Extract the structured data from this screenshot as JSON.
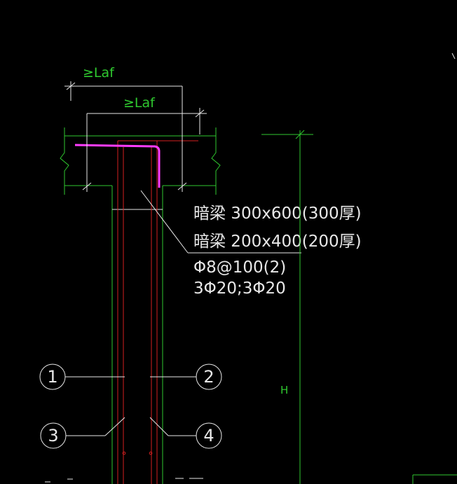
{
  "dimensions": {
    "upper_label": "≥Laf",
    "lower_label": "≥Laf",
    "height_label": "H"
  },
  "notes": {
    "line1": "暗梁 300x600(300厚)",
    "line2": "暗梁 200x400(200厚)",
    "line3": "Φ8@100(2)",
    "line4": "3Φ20;3Φ20"
  },
  "callouts": [
    "1",
    "2",
    "3",
    "4"
  ],
  "colors": {
    "outline": "#2fc82f",
    "annotation": "#e8e8e8",
    "rebar": "#d42020",
    "highlight": "#ff3cff",
    "background": "#000000"
  }
}
